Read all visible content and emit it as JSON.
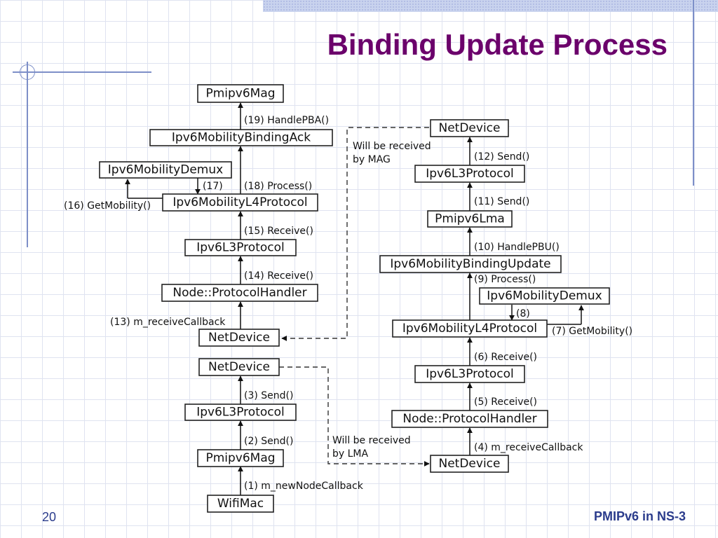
{
  "title": "Binding Update Process",
  "page_number": "20",
  "footer": "PMIPv6 in NS-3",
  "boxes": {
    "mag_pmipv6mag_top": "Pmipv6Mag",
    "mag_binding_ack": "Ipv6MobilityBindingAck",
    "mag_demux": "Ipv6MobilityDemux",
    "mag_l4": "Ipv6MobilityL4Protocol",
    "mag_l3_top": "Ipv6L3Protocol",
    "mag_protocol_handler": "Node::ProtocolHandler",
    "mag_netdevice_recv": "NetDevice",
    "mag_netdevice_send": "NetDevice",
    "mag_l3_bottom": "Ipv6L3Protocol",
    "mag_pmipv6mag_bottom": "Pmipv6Mag",
    "mag_wifimac": "WifiMac",
    "lma_netdevice_send": "NetDevice",
    "lma_l3_top": "Ipv6L3Protocol",
    "lma_pmipv6lma": "Pmipv6Lma",
    "lma_binding_update": "Ipv6MobilityBindingUpdate",
    "lma_demux": "Ipv6MobilityDemux",
    "lma_l4": "Ipv6MobilityL4Protocol",
    "lma_l3_bottom": "Ipv6L3Protocol",
    "lma_protocol_handler": "Node::ProtocolHandler",
    "lma_netdevice_recv": "NetDevice"
  },
  "labels": {
    "s19": "(19) HandlePBA()",
    "s18": "(18) Process()",
    "s17": "(17)",
    "s16": "(16) GetMobility()",
    "s15": "(15) Receive()",
    "s14": "(14) Receive()",
    "s13": "(13) m_receiveCallback",
    "s3": "(3) Send()",
    "s2": "(2) Send()",
    "s1": "(1) m_newNodeCallback",
    "s12": "(12) Send()",
    "s11": "(11) Send()",
    "s10": "(10) HandlePBU()",
    "s9": "(9) Process()",
    "s8": "(8)",
    "s7": "(7) GetMobility()",
    "s6": "(6) Receive()",
    "s5": "(5) Receive()",
    "s4": "(4) m_receiveCallback",
    "mag_note_1": "Will be received",
    "mag_note_2": "by MAG",
    "lma_note_1": "Will be received",
    "lma_note_2": "by LMA"
  }
}
